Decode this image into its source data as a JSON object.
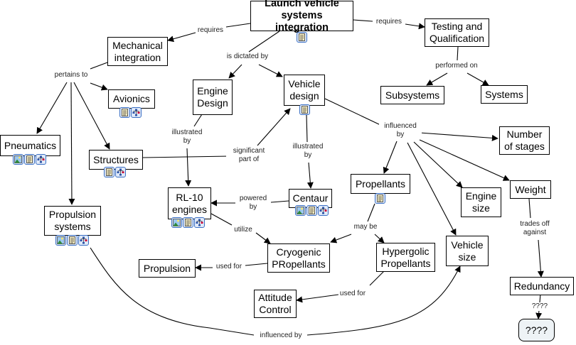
{
  "map_title": "Launch vehicle systems integration",
  "nodes": {
    "launch": {
      "label": "Launch vehicle systems integration",
      "icons": [
        "document"
      ]
    },
    "mechanical": {
      "label": "Mechanical integration",
      "icons": []
    },
    "testing": {
      "label": "Testing and Qualification",
      "icons": []
    },
    "avionics": {
      "label": "Avionics",
      "icons": [
        "document",
        "concept-map"
      ]
    },
    "engine_design": {
      "label": "Engine Design",
      "icons": []
    },
    "vehicle_design": {
      "label": "Vehicle design",
      "icons": [
        "document"
      ]
    },
    "subsystems": {
      "label": "Subsystems",
      "icons": []
    },
    "systems": {
      "label": "Systems",
      "icons": []
    },
    "pneumatics": {
      "label": "Pneumatics",
      "icons": [
        "image",
        "document",
        "concept-map"
      ]
    },
    "structures": {
      "label": "Structures",
      "icons": [
        "document",
        "concept-map"
      ]
    },
    "number_stages": {
      "label": "Number of stages",
      "icons": []
    },
    "propellants": {
      "label": "Propellants",
      "icons": [
        "document"
      ]
    },
    "engine_size": {
      "label": "Engine size",
      "icons": []
    },
    "weight": {
      "label": "Weight",
      "icons": []
    },
    "rl10": {
      "label": "RL-10 engines",
      "icons": [
        "image",
        "document",
        "concept-map"
      ]
    },
    "centaur": {
      "label": "Centaur",
      "icons": [
        "image",
        "document",
        "concept-map"
      ]
    },
    "propulsion_systems": {
      "label": "Propulsion systems",
      "icons": [
        "image",
        "document",
        "concept-map"
      ]
    },
    "cryogenic": {
      "label": "Cryogenic PRopellants",
      "icons": []
    },
    "hypergolic": {
      "label": "Hypergolic Propellants",
      "icons": []
    },
    "vehicle_size": {
      "label": "Vehicle size",
      "icons": []
    },
    "propulsion": {
      "label": "Propulsion",
      "icons": []
    },
    "attitude": {
      "label": "Attitude Control",
      "icons": []
    },
    "redundancy": {
      "label": "Redundancy",
      "icons": []
    },
    "unknown": {
      "label": "????",
      "icons": []
    }
  },
  "links": {
    "requires_left": "requires",
    "requires_right": "requires",
    "is_dictated_by": "is dictated by",
    "pertains_to": "pertains to",
    "performed_on": "performed on",
    "illustrated_by_engine": "illustrated by",
    "illustrated_by_vehicle": "illustrated by",
    "significant_part_of": "significant part of",
    "influenced_by_vehicle": "influenced by",
    "powered_by": "powered by",
    "utilize": "utilize",
    "may_be": "may be",
    "used_for_cryo": "used for",
    "used_for_hyper": "used for",
    "trades_off_against": "trades off against",
    "unknown_link": "????",
    "influenced_by_bottom": "influenced by"
  },
  "icon_types": {
    "image": "image-icon",
    "document": "document-icon",
    "concept-map": "concept-map-icon"
  }
}
